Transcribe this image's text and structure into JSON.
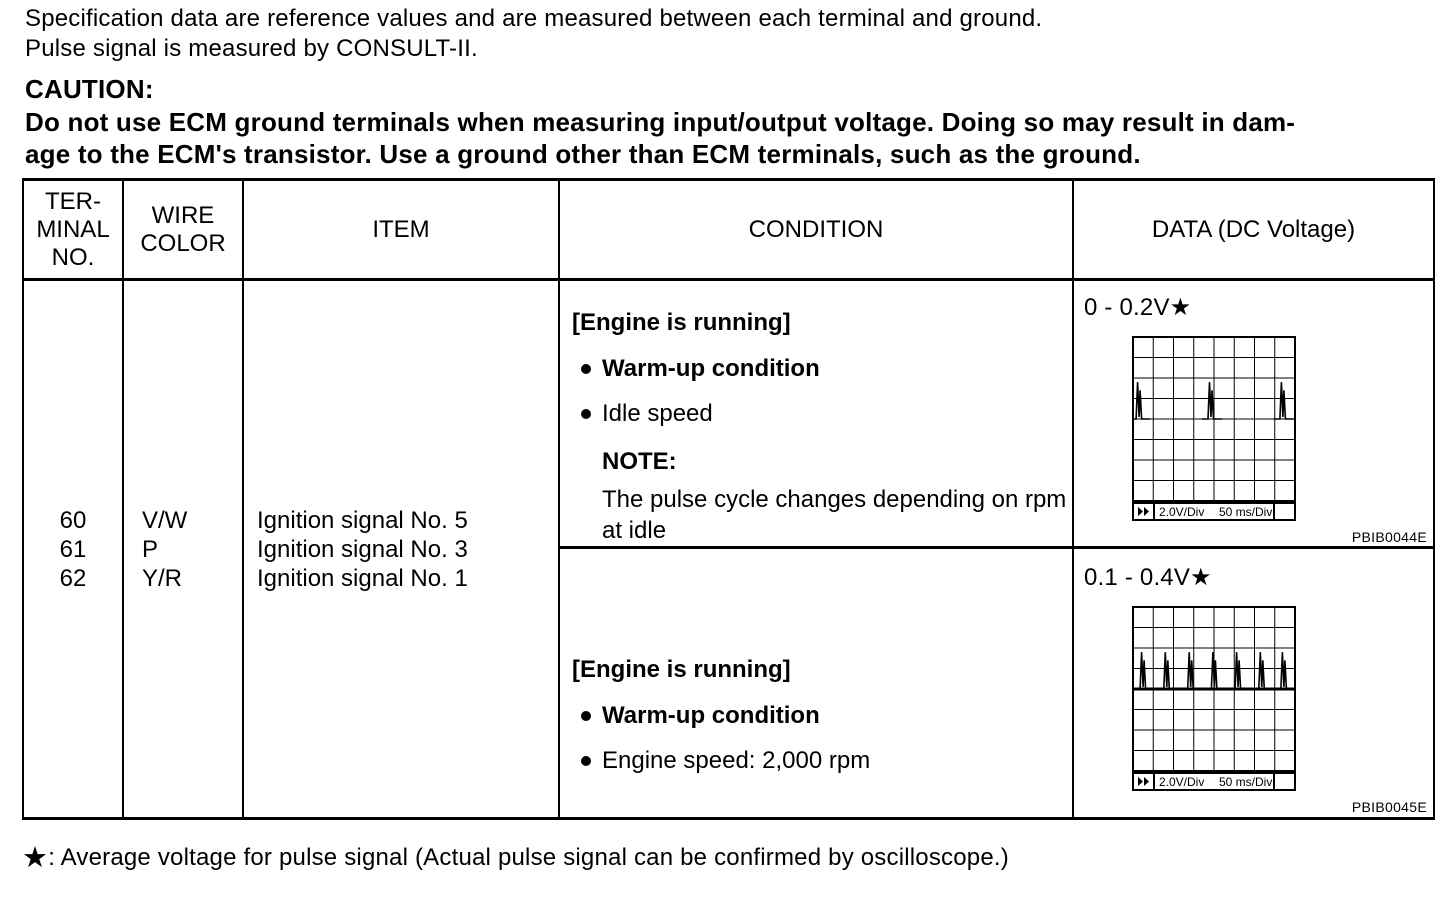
{
  "intro": {
    "line1": "Specification data are reference values and are measured between each terminal and ground.",
    "line2": "Pulse signal is measured by CONSULT-II."
  },
  "caution": {
    "heading": "CAUTION:",
    "line1": "Do not use ECM ground terminals when measuring input/output voltage. Doing so may result in dam-",
    "line2": "age to the ECM's transistor. Use a ground other than ECM terminals, such as the ground."
  },
  "table": {
    "headers": {
      "terminal_no": "TER-\nMINAL\nNO.",
      "wire_color": "WIRE\nCOLOR",
      "item": "ITEM",
      "condition": "CONDITION",
      "data": "DATA (DC Voltage)"
    },
    "rows": [
      {
        "terminal_no": "60",
        "wire_color": "V/W",
        "item": "Ignition signal No. 5"
      },
      {
        "terminal_no": "61",
        "wire_color": "P",
        "item": "Ignition signal No. 3"
      },
      {
        "terminal_no": "62",
        "wire_color": "Y/R",
        "item": "Ignition signal No. 1"
      }
    ]
  },
  "conditions": [
    {
      "title": "[Engine is running]",
      "bullets": [
        {
          "text": "Warm-up condition"
        },
        {
          "text": "Idle speed"
        }
      ],
      "note_label": "NOTE:",
      "note_text": "The pulse cycle changes depending on rpm\nat idle",
      "data_label": "0 - 0.2V★",
      "figure_code": "PBIB0044E",
      "scope": {
        "volts_per_div": "2.0V/Div",
        "time_per_div": "50 ms/Div",
        "grid_cols": 8,
        "grid_rows": 8,
        "baseline_row": 4,
        "pulse_positions_divs": [
          0.35,
          3.9,
          7.45
        ],
        "pulse_height_divs": 1.8,
        "secondary_height_divs": 1.3,
        "continuous_baseline": false
      }
    },
    {
      "title": "[Engine is running]",
      "bullets": [
        {
          "text": "Warm-up condition"
        },
        {
          "text": "Engine speed: 2,000 rpm"
        }
      ],
      "data_label": "0.1 - 0.4V★",
      "figure_code": "PBIB0045E",
      "scope": {
        "volts_per_div": "2.0V/Div",
        "time_per_div": "50 ms/Div",
        "grid_cols": 8,
        "grid_rows": 8,
        "baseline_row": 4,
        "pulse_positions_divs": [
          0.55,
          1.72,
          2.9,
          4.07,
          5.24,
          6.41,
          7.5
        ],
        "pulse_height_divs": 1.8,
        "secondary_height_divs": 1.3,
        "continuous_baseline": true
      }
    }
  ],
  "footnote": {
    "star": "★",
    "text": ": Average voltage for pulse signal (Actual pulse signal can be confirmed by oscilloscope.)"
  }
}
